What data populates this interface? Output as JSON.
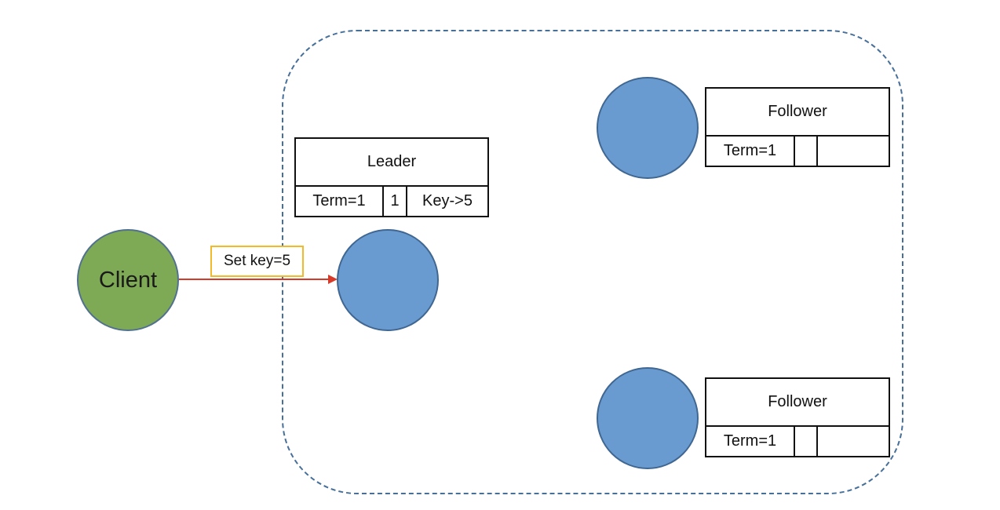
{
  "client": {
    "label": "Client"
  },
  "request": {
    "label": "Set key=5"
  },
  "leader": {
    "role": "Leader",
    "log": {
      "term": "Term=1",
      "index": "1",
      "entry": "Key->5"
    }
  },
  "followers": [
    {
      "role": "Follower",
      "log": {
        "term": "Term=1",
        "index": "",
        "entry": ""
      }
    },
    {
      "role": "Follower",
      "log": {
        "term": "Term=1",
        "index": "",
        "entry": ""
      }
    }
  ],
  "colors": {
    "client_fill": "#7ea955",
    "server_fill": "#6a9bd0",
    "cluster_border": "#466f9a",
    "arrow": "#d83a2a",
    "message_border": "#f2b92b"
  }
}
